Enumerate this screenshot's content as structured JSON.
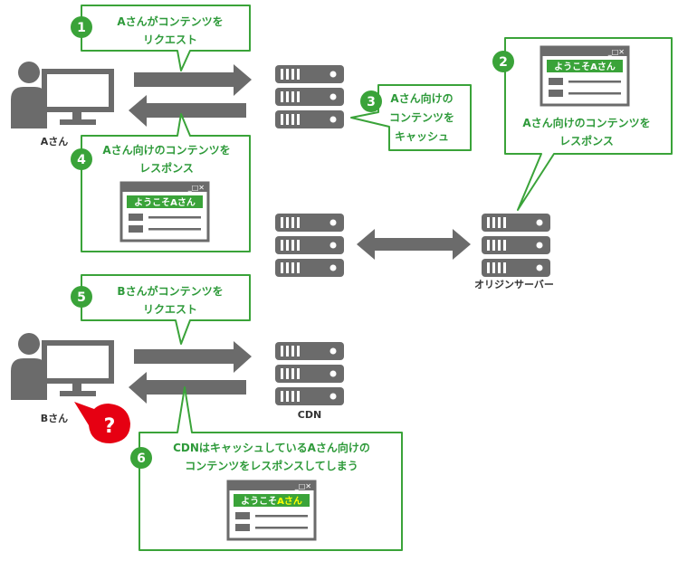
{
  "colors": {
    "accent": "#3aa339",
    "text_green": "#2e9a3a",
    "gray": "#6b6b6b",
    "highlight_yellow": "#ffff00",
    "alert_red": "#e60012"
  },
  "steps": [
    {
      "num": "1",
      "lines": [
        "Aさんがコンテンツを",
        "リクエスト"
      ]
    },
    {
      "num": "2",
      "lines": [
        "Aさん向けのコンテンツを",
        "レスポンス"
      ]
    },
    {
      "num": "3",
      "lines": [
        "Aさん向けの",
        "コンテンツを",
        "キャッシュ"
      ]
    },
    {
      "num": "4",
      "lines": [
        "Aさん向けのコンテンツを",
        "レスポンス"
      ]
    },
    {
      "num": "5",
      "lines": [
        "Bさんがコンテンツを",
        "リクエスト"
      ]
    },
    {
      "num": "6",
      "lines": [
        "CDNはキャッシュしているAさん向けの",
        "コンテンツをレスポンスしてしまう"
      ]
    }
  ],
  "window": {
    "title": "ようこそAさん",
    "title_prefix": "ようこそ",
    "title_name": "Aさん",
    "controls": "_□✕"
  },
  "labels": {
    "user_a": "Aさん",
    "user_b": "Bさん",
    "origin": "オリジンサーバー",
    "cdn": "CDN"
  },
  "alert": {
    "symbol": "?"
  }
}
